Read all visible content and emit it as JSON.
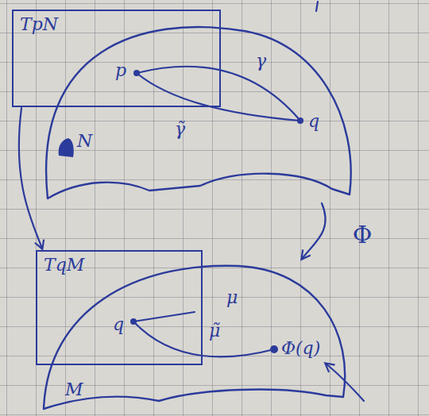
{
  "diagram": {
    "nodes": [
      {
        "text": [
          "TpN"
        ]
      },
      {
        "text": [
          "N"
        ]
      },
      {
        "text": [
          "TqM"
        ]
      },
      {
        "text": [
          "M"
        ]
      }
    ],
    "edges": [
      {
        "from": 0,
        "to": 2,
        "arrow": "to"
      },
      {
        "from": 1,
        "to": 3,
        "label": "Φ",
        "arrow": "to"
      }
    ],
    "labels": [
      "p",
      "γ",
      "q",
      "γ̃",
      "q",
      "μ",
      "μ̃",
      "Φ(q)"
    ]
  }
}
